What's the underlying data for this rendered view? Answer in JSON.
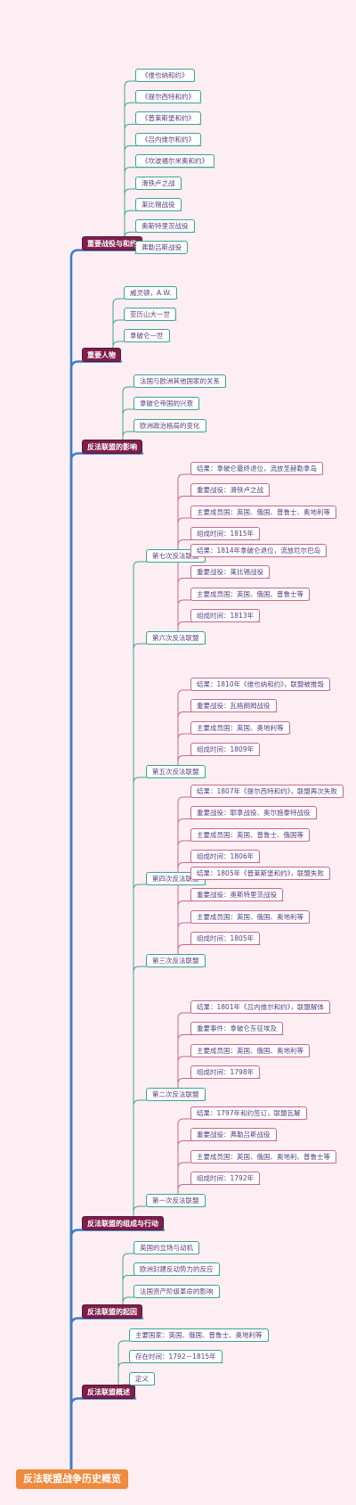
{
  "root": {
    "label": "反法联盟战争历史概览"
  },
  "sections": [
    {
      "key": "battles",
      "label": "重要战役与和约",
      "items": [
        "《维也纳和约》",
        "《提尔西特和约》",
        "《普莱斯堡和约》",
        "《吕内维尔和约》",
        "《坎波福尔米奥和约》",
        "滑铁卢之战",
        "莱比锡战役",
        "奥斯特里茨战役",
        "弗勒吕斯战役"
      ]
    },
    {
      "key": "people",
      "label": "重要人物",
      "items": [
        "威灵顿，A.W.",
        "亚历山大一世",
        "拿破仑一世"
      ]
    },
    {
      "key": "impact",
      "label": "反法联盟的影响",
      "items": [
        "法国与欧洲其他国家的关系",
        "拿破仑帝国的兴衰",
        "欧洲政治格局的变化"
      ]
    },
    {
      "key": "coalitions",
      "label": "反法联盟的组成与行动",
      "groups": [
        {
          "label": "第七次反法联盟",
          "items": [
            "结果：拿破仑最终退位，流放圣赫勒拿岛",
            "重要战役：滑铁卢之战",
            "主要成员国：英国、俄国、普鲁士、奥地利等",
            "组成时间：1815年"
          ]
        },
        {
          "label": "第六次反法联盟",
          "items": [
            "结果：1814年拿破仑退位，流放厄尔巴岛",
            "重要战役：莱比锡战役",
            "主要成员国：英国、俄国、普鲁士等",
            "组成时间：1813年"
          ]
        },
        {
          "label": "第五次反法联盟",
          "items": [
            "结果：1810年《维也纳和约》，联盟被推毁",
            "重要战役：瓦格朗姆战役",
            "主要成员国：英国、奥地利等",
            "组成时间：1809年"
          ]
        },
        {
          "label": "第四次反法联盟",
          "items": [
            "结果：1807年《提尔西特和约》，联盟再次失败",
            "重要战役：耶拿战役、奥尔施泰特战役",
            "主要成员国：英国、普鲁士、俄国等",
            "组成时间：1806年"
          ]
        },
        {
          "label": "第三次反法联盟",
          "items": [
            "结果：1805年《普莱斯堡和约》，联盟失败",
            "重要战役：奥斯特里茨战役",
            "主要成员国：英国、俄国、奥地利等",
            "组成时间：1805年"
          ]
        },
        {
          "label": "第二次反法联盟",
          "items": [
            "结果：1801年《吕内维尔和约》，联盟解体",
            "重要事件：拿破仑东征埃及",
            "主要成员国：英国、俄国、奥地利等",
            "组成时间：1798年"
          ]
        },
        {
          "label": "第一次反法联盟",
          "items": [
            "结果：1797年和约签订，联盟瓦解",
            "重要战役：弗勒吕斯战役",
            "主要成员国：英国、俄国、奥地利、普鲁士等",
            "组成时间：1792年"
          ]
        }
      ]
    },
    {
      "key": "origins",
      "label": "反法联盟的起因",
      "items": [
        "英国的立场与动机",
        "欧洲封建反动势力的反应",
        "法国资产阶级革命的影响"
      ]
    },
    {
      "key": "overview",
      "label": "反法联盟概述",
      "items": [
        "主要国家：英国、俄国、普鲁士、奥地利等",
        "存在时间：1792－1815年",
        "定义"
      ]
    }
  ],
  "colors": {
    "background": "#fdeef3",
    "trunk": "#3a7fc8",
    "teal": "#3aa590",
    "pink": "#c8688e",
    "section": "#7d1f4c",
    "root": "#ef8a3e"
  }
}
